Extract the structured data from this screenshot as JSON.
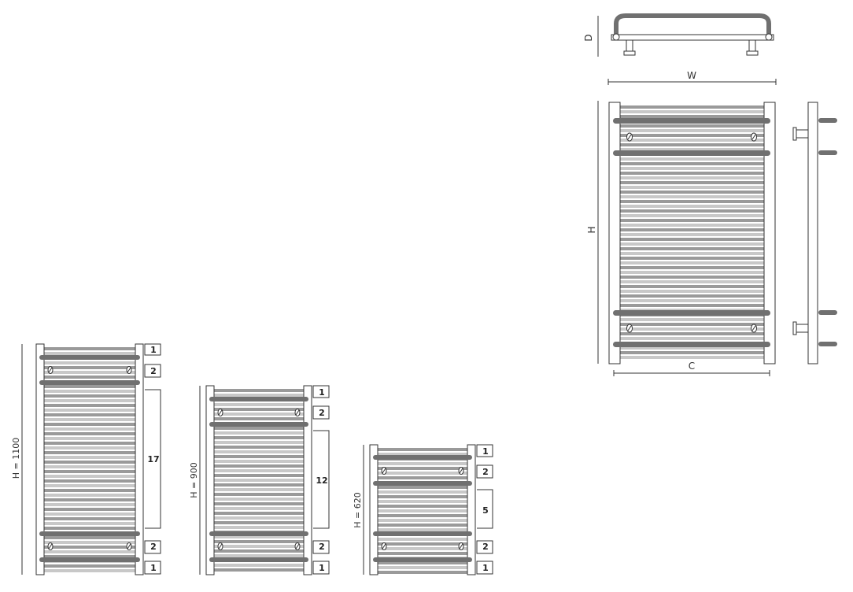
{
  "colors": {
    "line": "#333333",
    "slat": "#9a9a9a",
    "slat_light": "#c8c8c8",
    "bar": "#707070",
    "frame": "#ffffff"
  },
  "detail": {
    "dim_w": "W",
    "dim_h": "H",
    "dim_d": "D",
    "dim_c": "C"
  },
  "models": [
    {
      "height_label": "H = 1100",
      "counts": [
        "1",
        "2",
        "17",
        "2",
        "1"
      ]
    },
    {
      "height_label": "H = 900",
      "counts": [
        "1",
        "2",
        "12",
        "2",
        "1"
      ]
    },
    {
      "height_label": "H = 620",
      "counts": [
        "1",
        "2",
        "5",
        "2",
        "1"
      ]
    }
  ]
}
